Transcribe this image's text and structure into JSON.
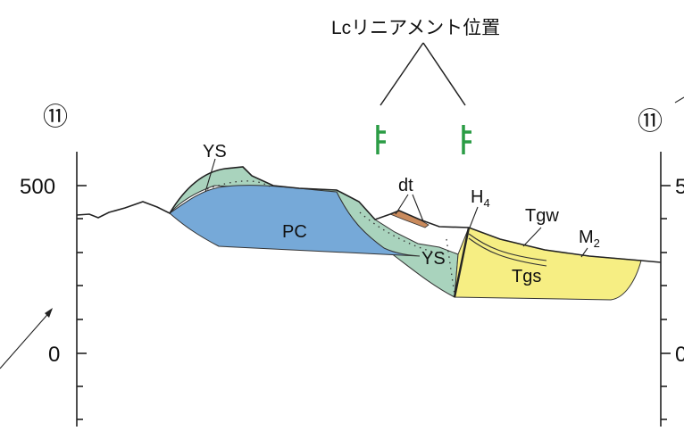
{
  "annotation": {
    "title": "Lcリニアメント位置"
  },
  "section": {
    "left_id": "⑪",
    "right_id": "⑪"
  },
  "axis": {
    "left_ticks": [
      "500",
      "0"
    ],
    "right_ticks": [
      "5",
      "0"
    ]
  },
  "units": {
    "YS_upper": "YS",
    "PC": "PC",
    "dt": "dt",
    "YS_lower": "YS",
    "H4_base": "H",
    "H4_sub": "4",
    "Tgw": "Tgw",
    "M2_base": "M",
    "M2_sub": "2",
    "Tgs": "Tgs"
  },
  "colors": {
    "YS": "#a9d3bd",
    "PC": "#76a9d8",
    "Tg": "#f6ee83",
    "dt": "#c98a5c",
    "marker": "#2b9c45"
  }
}
